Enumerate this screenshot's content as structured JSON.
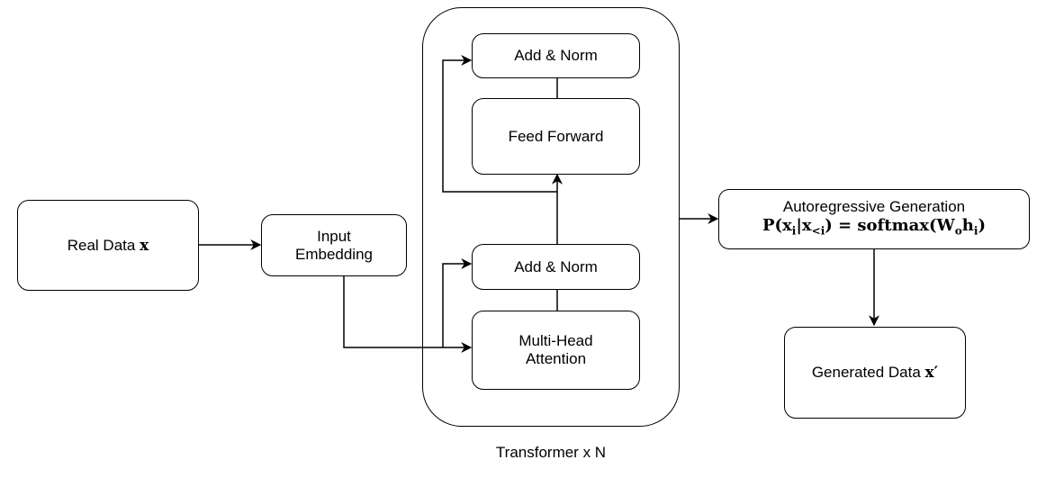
{
  "real_data": {
    "label": "Real Data",
    "var": "x"
  },
  "input_embedding": {
    "line1": "Input",
    "line2": "Embedding"
  },
  "transformer": {
    "caption": "Transformer x N",
    "add_norm_top": "Add & Norm",
    "feed_forward": "Feed Forward",
    "add_norm_bottom": "Add & Norm",
    "mha_line1": "Multi-Head",
    "mha_line2": "Attention"
  },
  "autoregressive": {
    "title": "Autoregressive Generation",
    "formula": {
      "p": "P(x",
      "p_sub": "i",
      "bar": "|x",
      "bar_sub": "<i",
      "eq": ") = softmax(W",
      "w_sub": "o",
      "h": "h",
      "h_sub": "i",
      "close": ")"
    }
  },
  "generated_data": {
    "label": "Generated Data",
    "var": "x′"
  }
}
